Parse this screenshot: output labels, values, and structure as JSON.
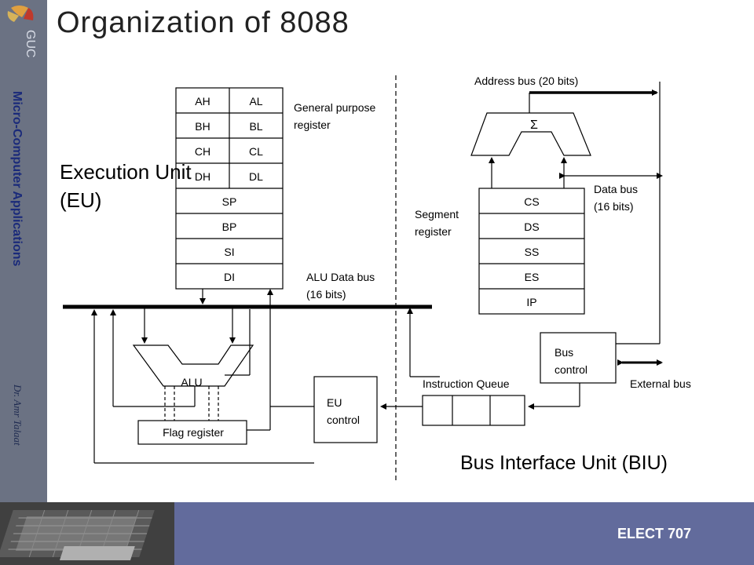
{
  "slide": {
    "title": "Organization of 8088",
    "sidebar_text": "Micro-Computer Applications",
    "author": "Dr. Amr Talaat",
    "footer_label": "ELECT 707",
    "logo_text": "GUC"
  },
  "diagram": {
    "eu_label_line1": "Execution Unit",
    "eu_label_line2": "(EU)",
    "biu_label": "Bus Interface Unit (BIU)",
    "gp_registers": [
      [
        "AH",
        "AL"
      ],
      [
        "BH",
        "BL"
      ],
      [
        "CH",
        "CL"
      ],
      [
        "DH",
        "DL"
      ]
    ],
    "pointer_registers": [
      "SP",
      "BP",
      "SI",
      "DI"
    ],
    "gp_caption_line1": "General  purpose",
    "gp_caption_line2": "register",
    "segment_registers": [
      "CS",
      "DS",
      "SS",
      "ES",
      "IP"
    ],
    "segment_caption_line1": "Segment",
    "segment_caption_line2": "register",
    "address_bus": "Address bus (20 bits)",
    "sigma": "Σ",
    "data_bus_line1": "Data bus",
    "data_bus_line2": "(16 bits)",
    "alu_bus_line1": "ALU Data bus",
    "alu_bus_line2": "(16 bits)",
    "bus_control_line1": "Bus",
    "bus_control_line2": "control",
    "external_bus": "External bus",
    "instruction_queue": "Instruction  Queue",
    "eu_control_line1": "EU",
    "eu_control_line2": "control",
    "alu": "ALU",
    "flag_register": "Flag  register"
  }
}
